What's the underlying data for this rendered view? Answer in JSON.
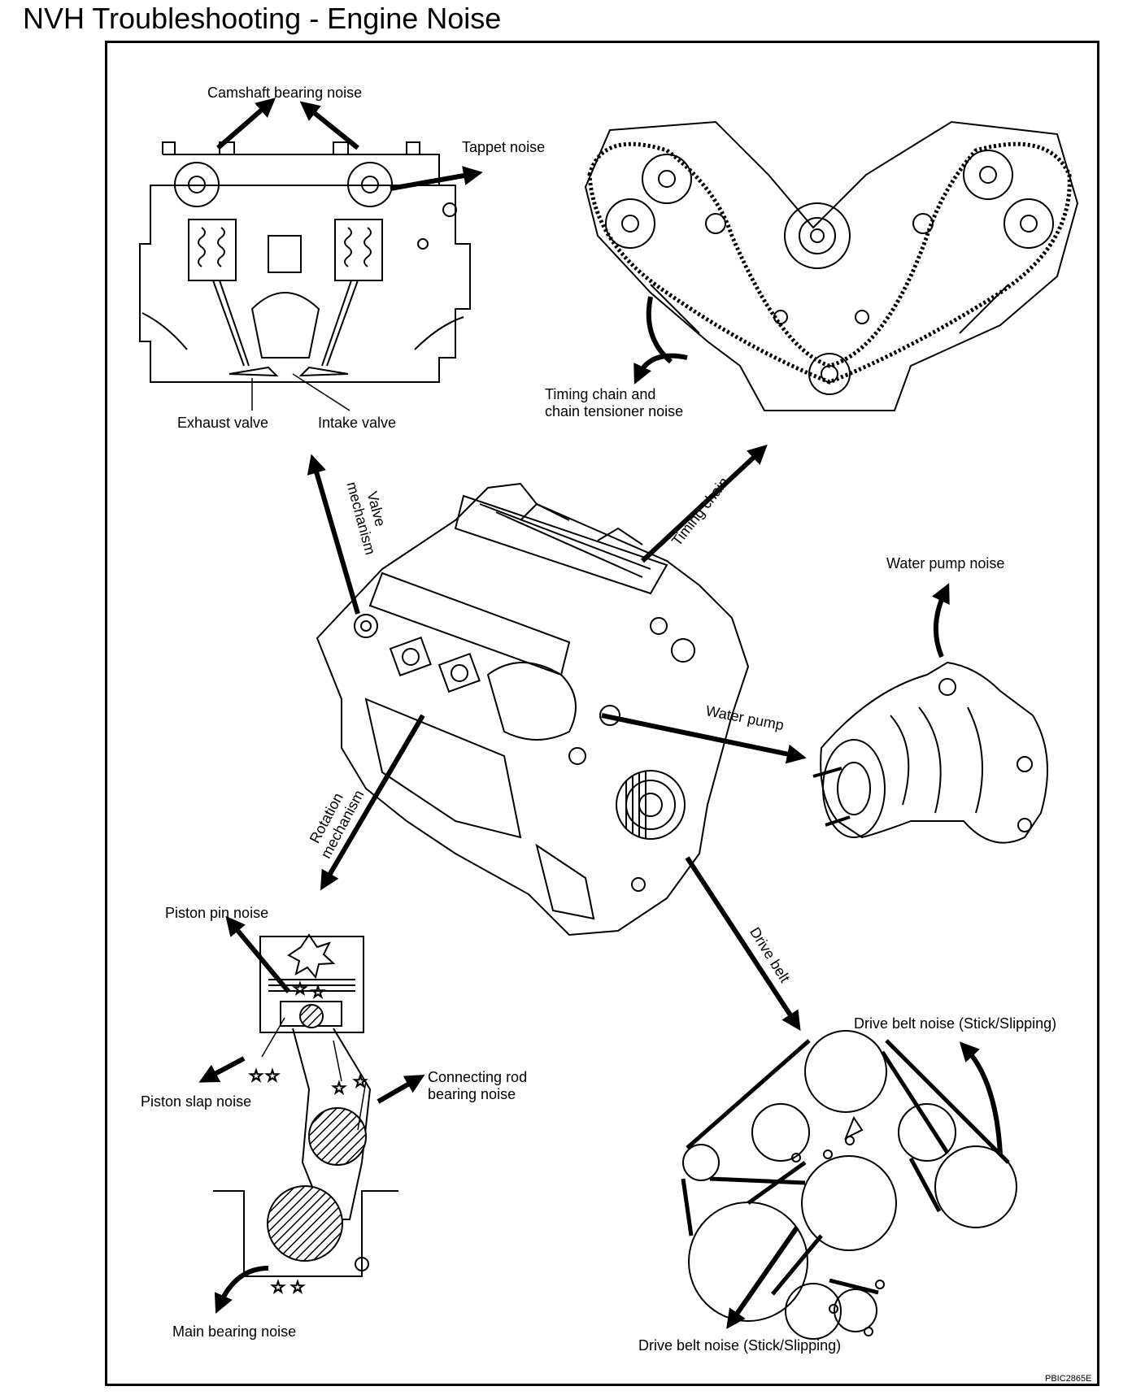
{
  "title": "NVH Troubleshooting - Engine Noise",
  "labels": {
    "camshaft_bearing_noise": "Camshaft bearing noise",
    "tappet_noise": "Tappet noise",
    "exhaust_valve": "Exhaust valve",
    "intake_valve": "Intake valve",
    "timing_chain_noise_line1": "Timing chain and",
    "timing_chain_noise_line2": "chain tensioner noise",
    "valve_mechanism_line1": "Valve",
    "valve_mechanism_line2": "mechanism",
    "timing_chain": "Timing chain",
    "water_pump_noise": "Water pump noise",
    "water_pump": "Water pump",
    "rotation_mechanism_line1": "Rotation",
    "rotation_mechanism_line2": "mechanism",
    "drive_belt": "Drive belt",
    "piston_pin_noise": "Piston pin noise",
    "piston_slap_noise": "Piston slap noise",
    "connecting_rod_line1": "Connecting rod",
    "connecting_rod_line2": "bearing noise",
    "main_bearing_noise": "Main bearing noise",
    "drive_belt_noise_top": "Drive belt noise (Stick/Slipping)",
    "drive_belt_noise_bottom": "Drive belt noise (Stick/Slipping)"
  },
  "figure_code": "PBIC2865E"
}
